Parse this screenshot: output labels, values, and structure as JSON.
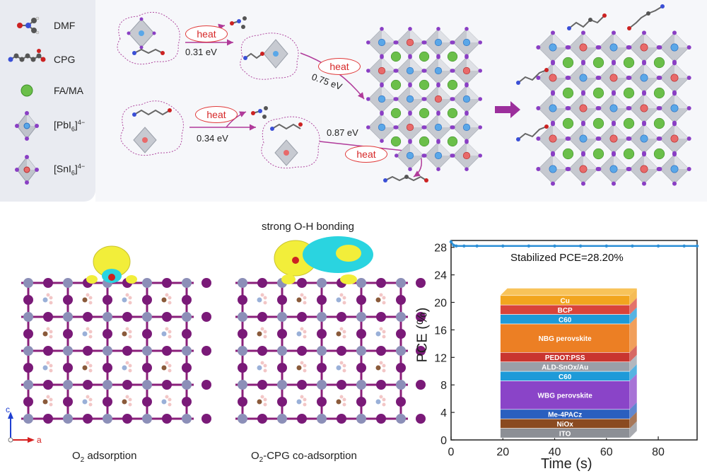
{
  "legend": {
    "items": [
      {
        "label": "DMF",
        "icon": "dmf-molecule-icon"
      },
      {
        "label": "CPG",
        "icon": "cpg-molecule-icon"
      },
      {
        "label": "FA/MA",
        "icon": "green-cation-sphere-icon"
      },
      {
        "label_main": "[PbI",
        "label_sub": "6",
        "label_close": "]",
        "label_sup": "4−",
        "icon": "pb-octahedron-icon"
      },
      {
        "label_main": "[SnI",
        "label_sub": "6",
        "label_close": "]",
        "label_sup": "4−",
        "icon": "sn-octahedron-icon"
      }
    ]
  },
  "scheme": {
    "heat_label": "heat",
    "energies": [
      "0.31 eV",
      "0.75 eV",
      "0.34 eV",
      "0.87 eV"
    ]
  },
  "dft": {
    "bonding_title": "strong O-H bonding",
    "left_caption_pre": "O",
    "left_caption_sub": "2",
    "left_caption_post": " adsorption",
    "right_caption_pre": "O",
    "right_caption_sub": "2",
    "right_caption_post": "-CPG co-adsorption",
    "axis_c": "c",
    "axis_a": "a"
  },
  "chart_data": {
    "type": "line",
    "title": "",
    "annotation": "Stabilized PCE=28.20%",
    "xlabel": "Time (s)",
    "ylabel": "PCE (%)",
    "xlim": [
      0,
      95
    ],
    "ylim": [
      0,
      29
    ],
    "xticks": [
      0,
      20,
      40,
      60,
      80
    ],
    "yticks": [
      0,
      4,
      8,
      12,
      16,
      20,
      24,
      28
    ],
    "series": [
      {
        "x": [
          0,
          1,
          2,
          5,
          10,
          20,
          30,
          40,
          50,
          60,
          70,
          80,
          90,
          95
        ],
        "y": [
          28.8,
          28.3,
          28.2,
          28.2,
          28.2,
          28.2,
          28.2,
          28.2,
          28.2,
          28.2,
          28.2,
          28.2,
          28.2,
          28.2
        ]
      }
    ],
    "colors": {
      "series": "#2c8fd6"
    }
  },
  "device_stack": {
    "layers": [
      {
        "label": "Cu",
        "color": "#f2a51e"
      },
      {
        "label": "BCP",
        "color": "#d9443a"
      },
      {
        "label": "C60",
        "color": "#1e9ad8"
      },
      {
        "label": "NBG perovskite",
        "color": "#ec7f24"
      },
      {
        "label": "PEDOT:PSS",
        "color": "#c9352f"
      },
      {
        "label": "ALD-SnOx/Au",
        "color": "#9a9fa8"
      },
      {
        "label": "C60",
        "color": "#1e9ad8"
      },
      {
        "label": "WBG perovskite",
        "color": "#8a44c8"
      },
      {
        "label": "Me-4PACz",
        "color": "#2a5fbf"
      },
      {
        "label": "NiOx",
        "color": "#8a4a20"
      },
      {
        "label": "ITO",
        "color": "#8c8f95"
      }
    ]
  }
}
